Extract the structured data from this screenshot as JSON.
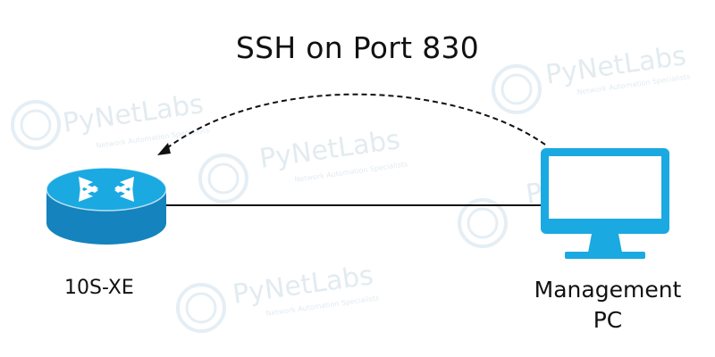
{
  "diagram": {
    "connection_label": "SSH on Port 830",
    "router": {
      "label": "10S-XE",
      "icon": "router-icon"
    },
    "management_pc": {
      "label_line1": "Management",
      "label_line2": "PC",
      "icon": "monitor-icon"
    },
    "colors": {
      "device_fill": "#1ba9e1",
      "device_dark": "#117fb3",
      "line": "#111111",
      "watermark": "#dfe9ef"
    }
  },
  "watermark": {
    "brand": "PyNetLabs",
    "tagline": "Network Automation Specialists"
  }
}
